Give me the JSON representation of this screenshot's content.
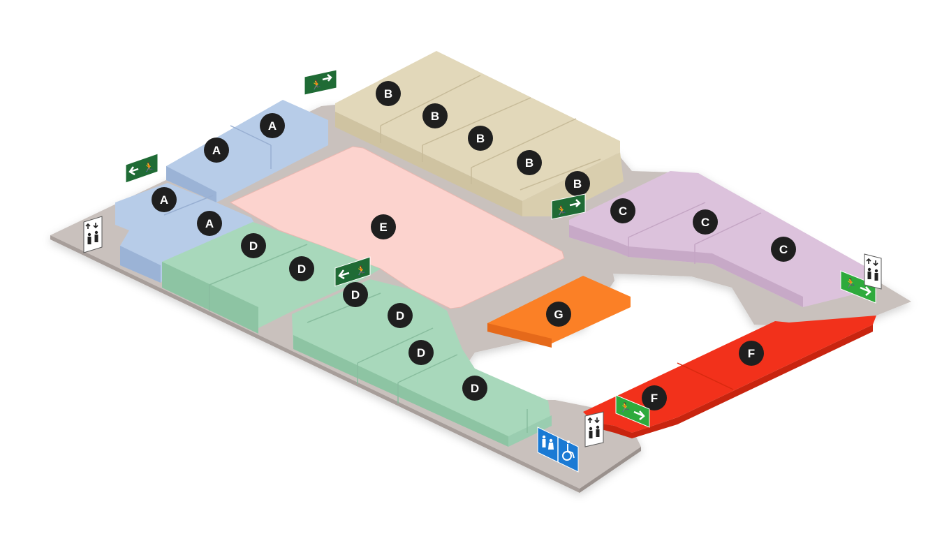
{
  "zones": {
    "A": {
      "label": "A",
      "color": "#a9c0e0"
    },
    "B": {
      "label": "B",
      "color": "#d9ceae"
    },
    "C": {
      "label": "C",
      "color": "#dcc2dc"
    },
    "D": {
      "label": "D",
      "color": "#9fd1b3"
    },
    "E": {
      "label": "E",
      "color": "#fcd3ce"
    },
    "F": {
      "label": "F",
      "color": "#f2311b"
    },
    "G": {
      "label": "G",
      "color": "#fb8026"
    }
  },
  "floor_color": "#c9c1bd",
  "icons": {
    "exit": "emergency-exit-icon",
    "elevator": "elevator-icon",
    "toilet": "toilet-icon",
    "accessible": "wheelchair-icon"
  },
  "colors": {
    "exit_sign_dark": "#1f6b35",
    "exit_sign_bright": "#2eaa3c",
    "toilet_sign": "#1a7ad4",
    "marker": "#1f1f1f"
  }
}
